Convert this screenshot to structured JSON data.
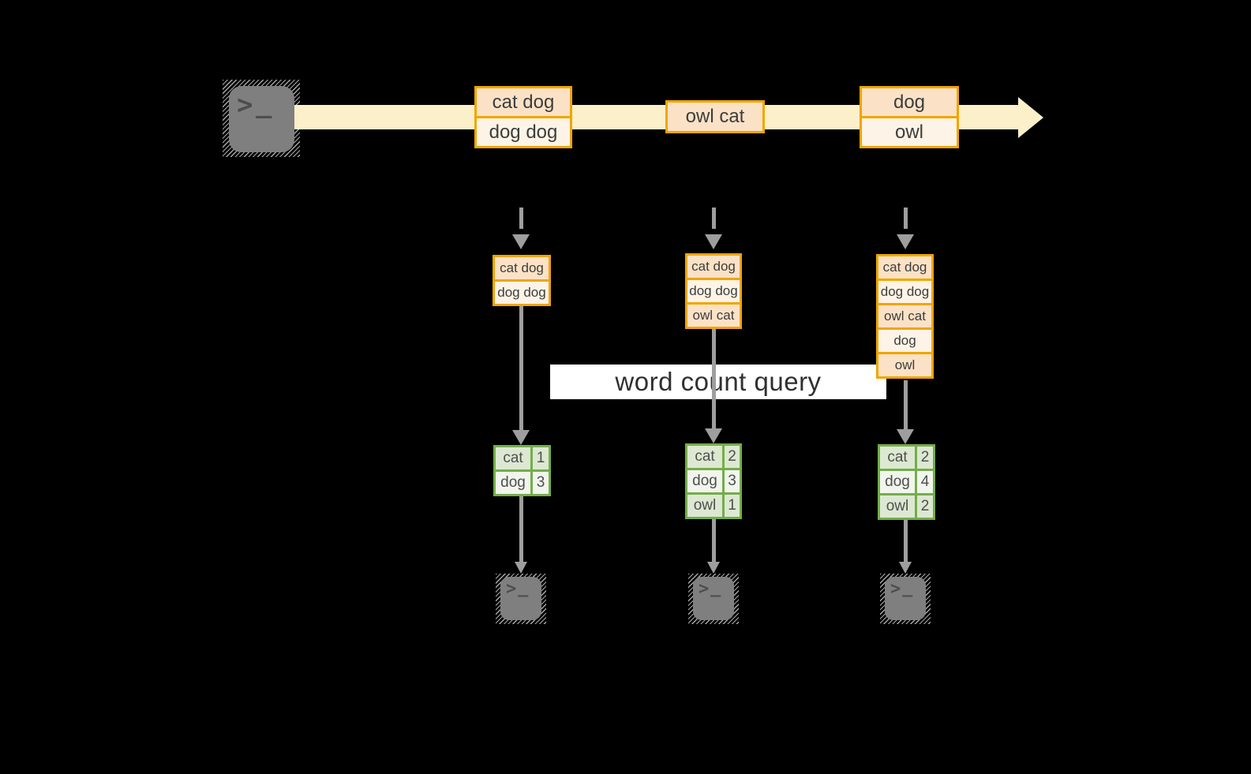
{
  "banner": {
    "label": "word count query"
  },
  "stream_boxes": [
    {
      "lines": [
        "cat dog",
        "dog dog"
      ]
    },
    {
      "lines": [
        "owl cat"
      ]
    },
    {
      "lines": [
        "dog",
        "owl"
      ]
    }
  ],
  "columns": [
    {
      "batch": [
        "cat dog",
        "dog dog"
      ],
      "result": [
        [
          "cat",
          "1"
        ],
        [
          "dog",
          "3"
        ]
      ]
    },
    {
      "batch": [
        "cat dog",
        "dog dog",
        "owl cat"
      ],
      "result": [
        [
          "cat",
          "2"
        ],
        [
          "dog",
          "3"
        ],
        [
          "owl",
          "1"
        ]
      ]
    },
    {
      "batch": [
        "cat dog",
        "dog dog",
        "owl cat",
        "dog",
        "owl"
      ],
      "result": [
        [
          "cat",
          "2"
        ],
        [
          "dog",
          "4"
        ],
        [
          "owl",
          "2"
        ]
      ]
    }
  ],
  "terminal_glyph": {
    "chevron": ">",
    "underscore": "_"
  },
  "colors": {
    "background": "#000000",
    "band": "#fbf0c9",
    "orange_border": "#f0a500",
    "peach_fill": "#fbe2c6",
    "cream_fill": "#fdf3e6",
    "green_border": "#74ad49",
    "sage_dark_fill": "#dde8d2",
    "sage_light_fill": "#f1f5ed",
    "arrow_gray": "#9e9e9e",
    "terminal_gray": "#7f7f7f",
    "banner_bg": "#ffffff"
  }
}
